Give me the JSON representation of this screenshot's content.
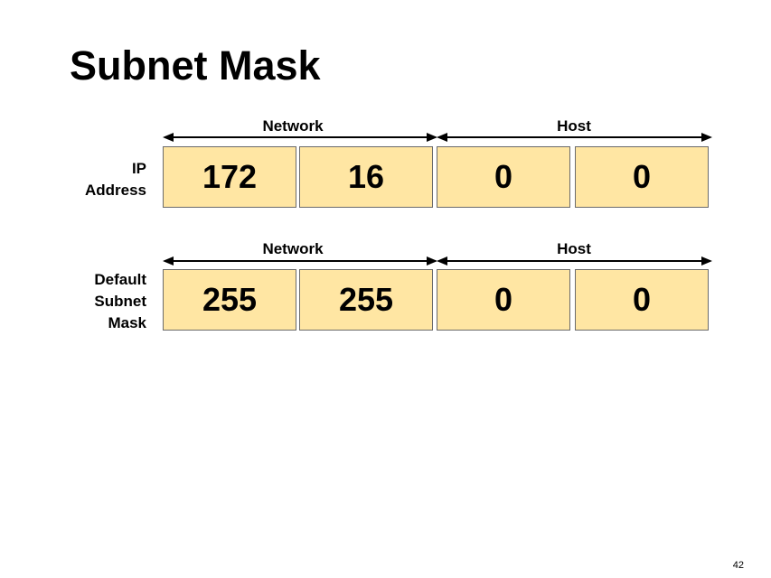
{
  "title": "Subnet Mask",
  "page_number": "42",
  "ip_address": {
    "label_lines": [
      "IP",
      "Address"
    ],
    "network_label": "Network",
    "host_label": "Host",
    "octets": [
      "172",
      "16",
      "0",
      "0"
    ]
  },
  "subnet_mask": {
    "label_lines": [
      "Default",
      "Subnet",
      "Mask"
    ],
    "network_label": "Network",
    "host_label": "Host",
    "octets": [
      "255",
      "255",
      "0",
      "0"
    ]
  },
  "colors": {
    "octet_fill": "#ffe6a3",
    "octet_border": "#6b6b6b",
    "arrow": "#000000"
  }
}
